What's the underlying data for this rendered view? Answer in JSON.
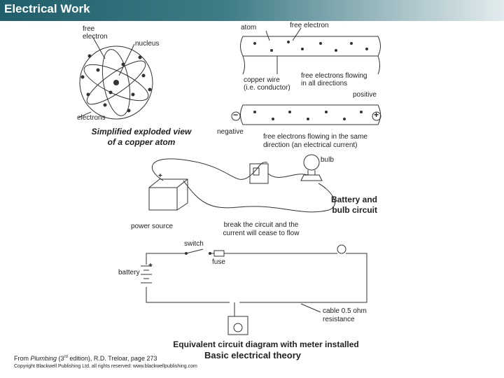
{
  "title": "Electrical Work",
  "atom": {
    "free_electron_line1": "free",
    "free_electron_line2": "electron",
    "nucleus": "nucleus",
    "electrons": "electrons",
    "caption_line1": "Simplified exploded view",
    "caption_line2": "of a copper atom"
  },
  "wire": {
    "atom": "atom",
    "free_electron": "free electron",
    "copper_wire_line1": "copper wire",
    "copper_wire_line2": "(i.e. conductor)",
    "flow_all_line1": "free electrons flowing",
    "flow_all_line2": "in all directions",
    "positive": "positive",
    "negative": "negative",
    "minus_sign": "−",
    "plus_sign": "+",
    "flow_same_line1": "free electrons flowing in the same",
    "flow_same_line2": "direction (an electrical current)"
  },
  "battery_circuit": {
    "bulb": "bulb",
    "title_line1": "Battery and",
    "title_line2": "bulb circuit",
    "plus": "+"
  },
  "equivalent": {
    "power_source": "power source",
    "break_line1": "break the circuit and the",
    "break_line2": "current will cease to flow",
    "switch": "switch",
    "fuse": "fuse",
    "battery": "battery",
    "cable_line1": "cable 0.5 ohm",
    "cable_line2": "resistance",
    "caption": "Equivalent circuit diagram with meter installed",
    "main_caption": "Basic electrical theory"
  },
  "footer": {
    "source_prefix": "From ",
    "source_book": "Plumbing",
    "source_edition_open": " (3",
    "source_sup": "rd",
    "source_rest": " edition), R.D. Treloar, page 273",
    "copyright": "Copyright Blackwell Publishing Ltd, all rights reserved: www.blackwellpublishing.com"
  },
  "colors": {
    "title_bar_dark": "#1f5e6a",
    "title_text": "#ffffff",
    "line": "#333333"
  }
}
